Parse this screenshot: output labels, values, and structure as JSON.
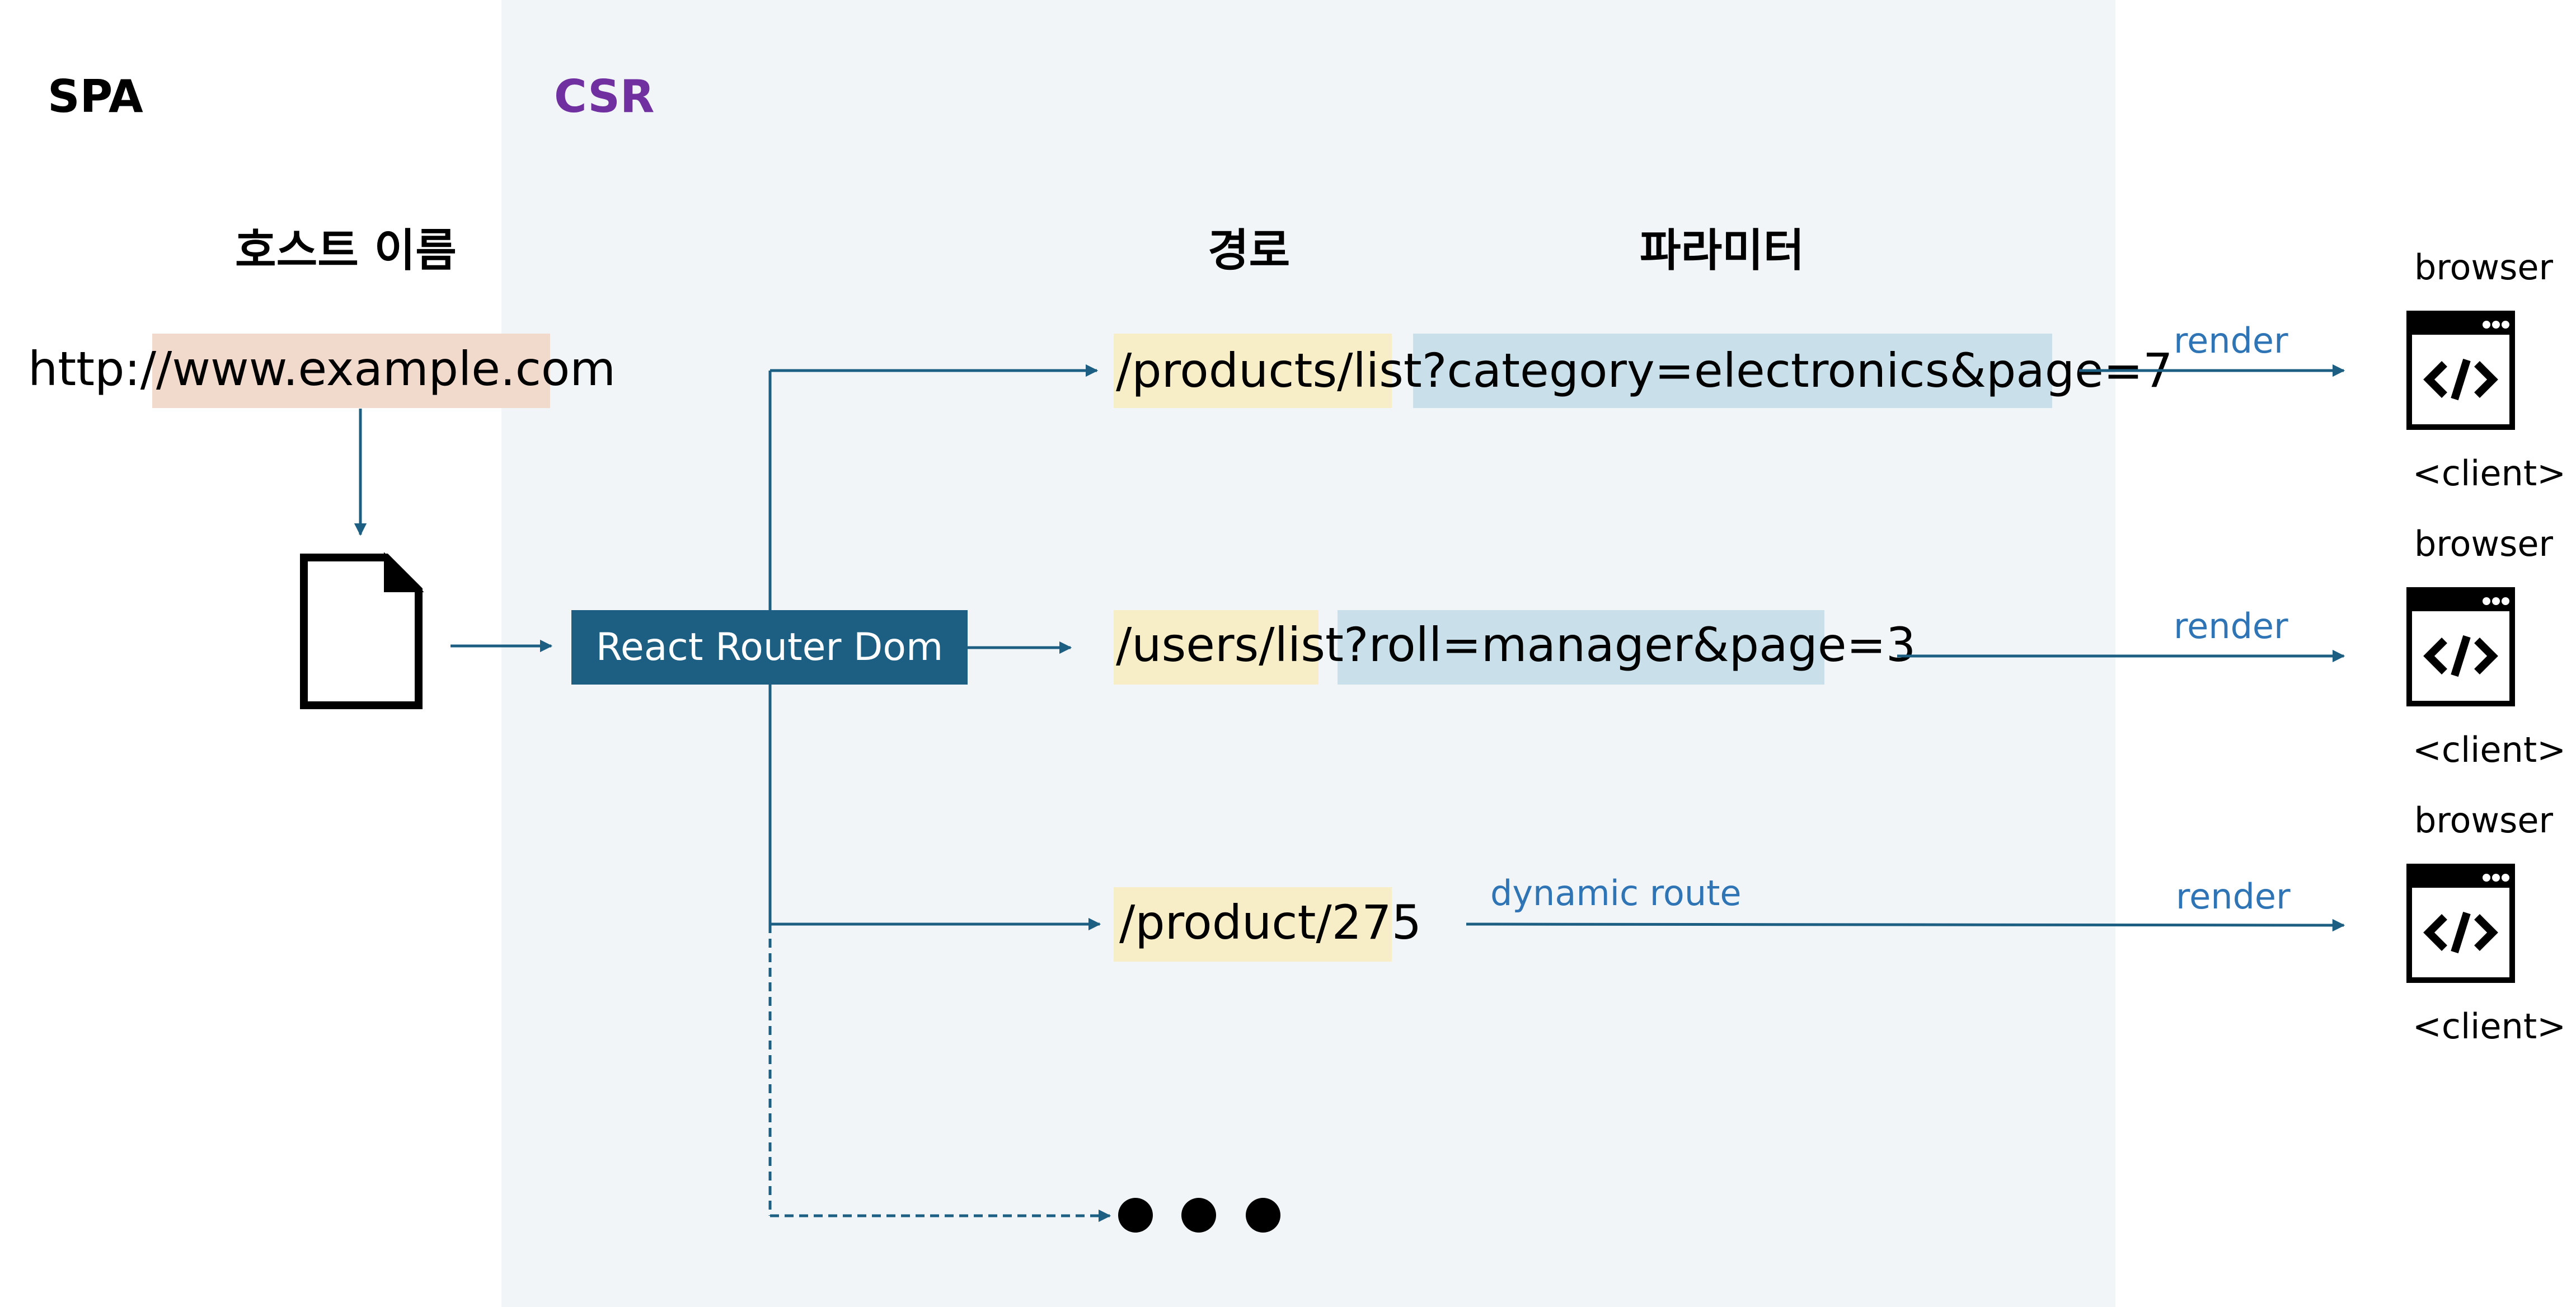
{
  "labels": {
    "spa": "SPA",
    "csr": "CSR",
    "host_heading": "호스트 이름",
    "path_heading": "경로",
    "param_heading": "파라미터"
  },
  "url": {
    "scheme": "http://",
    "host": "www.example.com"
  },
  "router": {
    "label": "React Router Dom"
  },
  "routes": [
    {
      "path": "/products/list",
      "separator": "?",
      "params": "category=electronics&page=7",
      "arrow_label": "render"
    },
    {
      "path": "/users/list",
      "separator": "?",
      "params": "roll=manager&page=3",
      "arrow_label": "render"
    },
    {
      "path": "/product/275",
      "separator": "",
      "params": "",
      "route_note": "dynamic route",
      "arrow_label": "render"
    }
  ],
  "clients": [
    {
      "top_label": "browser",
      "bottom_label": "<client>"
    },
    {
      "top_label": "browser",
      "bottom_label": "<client>"
    },
    {
      "top_label": "browser",
      "bottom_label": "<client>"
    }
  ],
  "colors": {
    "csr_background": "#f1f5f8",
    "csr_label": "#7030a0",
    "arrow": "#1c5f82",
    "router_box": "#1c5f82",
    "host_highlight": "#f1d9cc",
    "path_highlight": "#f7edc6",
    "param_highlight": "#c9dfe9",
    "render_text": "#2f75b5"
  },
  "icons": {
    "document": "document-icon",
    "client": "code-window-icon",
    "more": "ellipsis-icon"
  }
}
